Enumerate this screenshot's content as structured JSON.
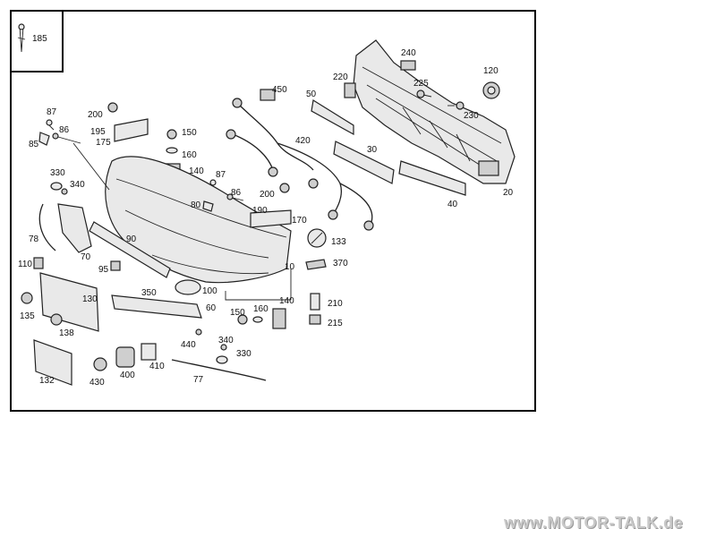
{
  "callouts": [
    "185",
    "450",
    "220",
    "240",
    "120",
    "225",
    "50",
    "230",
    "87",
    "86",
    "85",
    "200",
    "195",
    "175",
    "150",
    "160",
    "140",
    "420",
    "30",
    "330",
    "340",
    "87",
    "86",
    "80",
    "200",
    "190",
    "170",
    "20",
    "40",
    "133",
    "90",
    "78",
    "70",
    "370",
    "110",
    "95",
    "350",
    "100",
    "10",
    "130",
    "60",
    "140",
    "210",
    "135",
    "150",
    "160",
    "215",
    "138",
    "440",
    "340",
    "330",
    "132",
    "430",
    "400",
    "410",
    "77"
  ],
  "watermark": "www.MOTOR-TALK.de"
}
